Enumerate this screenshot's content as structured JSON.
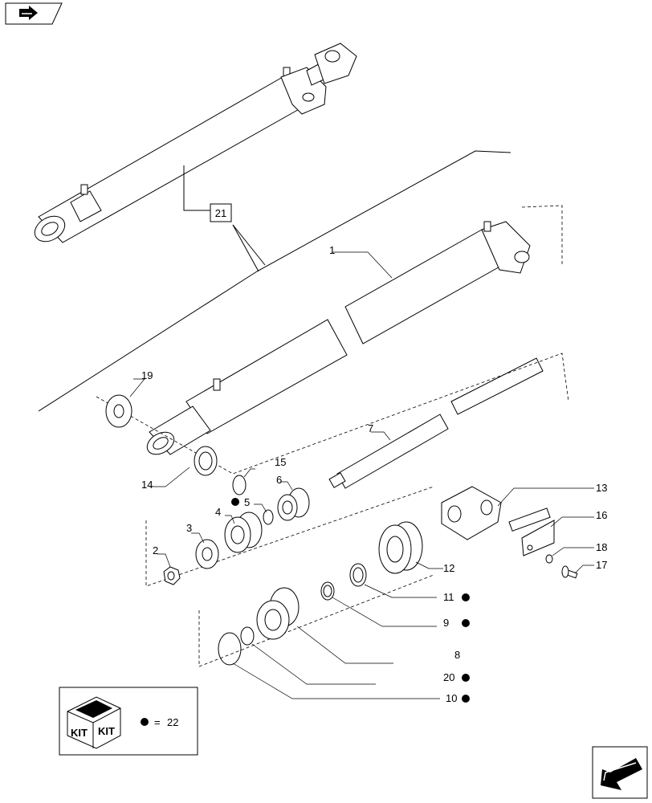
{
  "header": {
    "nav_icon": "forward-arrow-icon"
  },
  "footer": {
    "nav_icon": "next-page-arrow-icon"
  },
  "assembly_callout": "21",
  "callouts": {
    "c1": "1",
    "c2": "2",
    "c3": "3",
    "c4": "4",
    "c5": "5",
    "c6": "6",
    "c7": "7",
    "c8": "8",
    "c9": "9",
    "c10": "10",
    "c11": "11",
    "c12": "12",
    "c13": "13",
    "c14": "14",
    "c15": "15",
    "c16": "16",
    "c17": "17",
    "c18": "18",
    "c19": "19",
    "c20": "20"
  },
  "kit_legend": {
    "box_label_1": "KIT",
    "box_label_2": "KIT",
    "equals": "=",
    "kit_number": "22",
    "marker_color": "#000000"
  }
}
